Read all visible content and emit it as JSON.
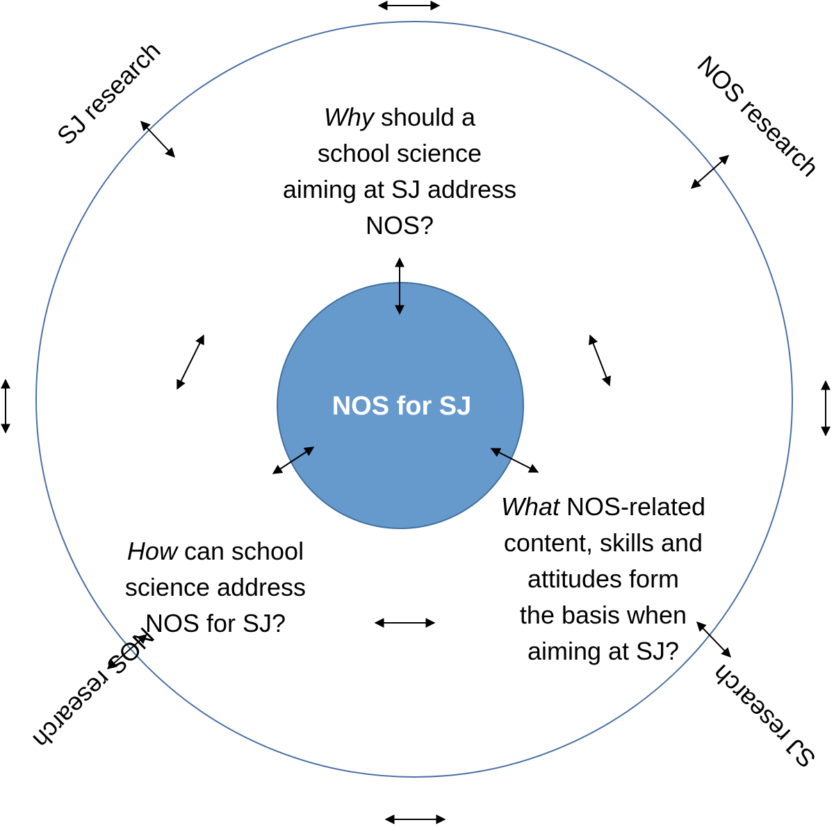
{
  "center": {
    "label": "NOS for SJ",
    "fill_color": "#6699cc",
    "stroke_color": "#41719c"
  },
  "outer_circle": {
    "stroke_color": "#4a6fa5"
  },
  "outer_labels": {
    "top_left": "SJ research",
    "top_right": "NOS research",
    "bottom_left": "NOS research",
    "bottom_right": "SJ research"
  },
  "questions": {
    "why": {
      "line1_em": "Why",
      "line1_rest": " should a",
      "line2": "school science",
      "line3": "aiming at SJ address",
      "line4": "NOS?"
    },
    "how": {
      "line1_em": "How",
      "line1_rest": " can school",
      "line2": "science address",
      "line3": "NOS for SJ?"
    },
    "what": {
      "line1_em": "What",
      "line1_rest": " NOS-related",
      "line2": "content, skills and",
      "line3": "attitudes form",
      "line4": "the basis when",
      "line5": "aiming at SJ?"
    }
  }
}
